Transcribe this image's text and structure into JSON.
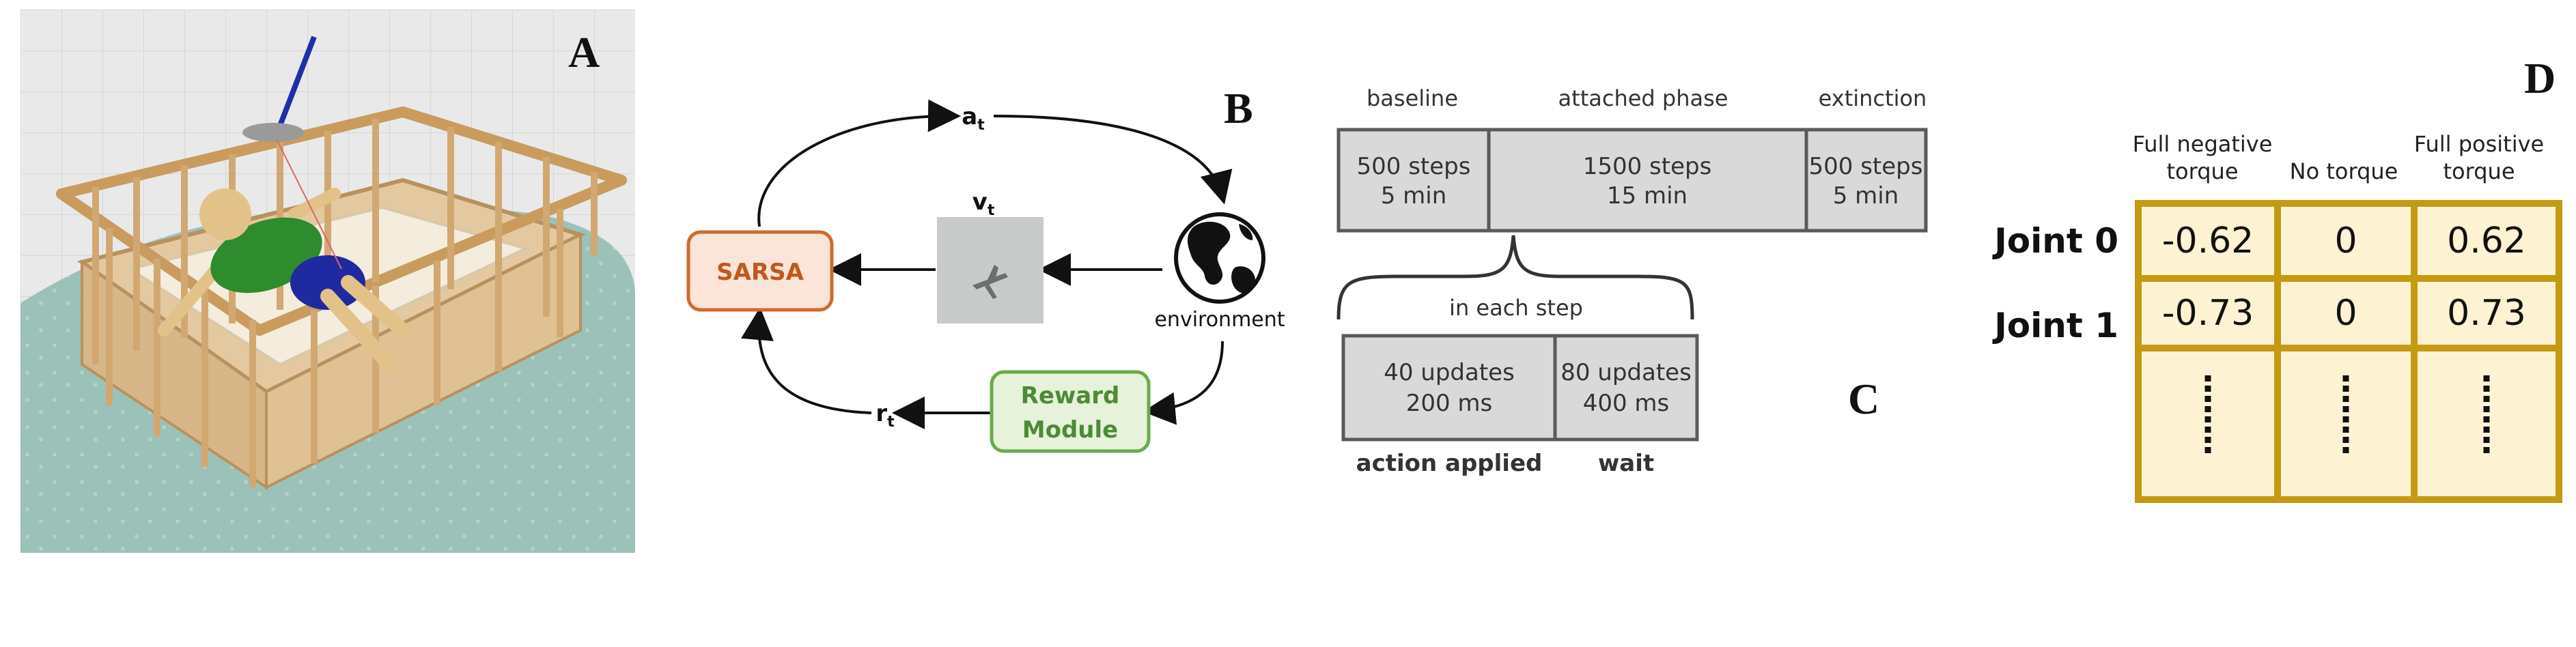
{
  "panel_labels": {
    "a": "A",
    "b": "B",
    "c": "C",
    "d": "D"
  },
  "panel_b": {
    "action": "a",
    "action_sub": "t",
    "obs": "v",
    "obs_sub": "t",
    "reward": "r",
    "reward_sub": "t",
    "agent": "SARSA",
    "reward_module_line1": "Reward",
    "reward_module_line2": "Module",
    "environment": "environment"
  },
  "panel_c": {
    "phases": [
      {
        "header": "baseline",
        "line1": "500 steps",
        "line2": "5 min"
      },
      {
        "header": "attached phase",
        "line1": "1500 steps",
        "line2": "15 min"
      },
      {
        "header": "extinction",
        "line1": "500 steps",
        "line2": "5 min"
      }
    ],
    "step_label": "in each step",
    "sub": [
      {
        "line1": "40 updates",
        "line2": "200 ms",
        "caption": "action applied"
      },
      {
        "line1": "80 updates",
        "line2": "400 ms",
        "caption": "wait"
      }
    ]
  },
  "panel_d": {
    "columns": [
      {
        "line1": "Full negative",
        "line2": "torque"
      },
      {
        "line1": "No torque",
        "line2": ""
      },
      {
        "line1": "Full positive",
        "line2": "torque"
      }
    ],
    "rows": [
      {
        "label": "Joint 0",
        "values": [
          "-0.62",
          "0",
          "0.62"
        ]
      },
      {
        "label": "Joint 1",
        "values": [
          "-0.73",
          "0",
          "0.73"
        ]
      }
    ]
  },
  "colors": {
    "sarsa_stroke": "#cf6a2f",
    "sarsa_fill": "#fbe4d8",
    "sarsa_text": "#c0581f",
    "reward_stroke": "#6aaa4a",
    "reward_fill": "#e6f2da",
    "reward_text": "#4e8a37",
    "table_border": "#c49a12",
    "table_fill": "#fdf2d2",
    "box_fill": "#d9d9d9",
    "box_stroke": "#5a5a5a"
  }
}
